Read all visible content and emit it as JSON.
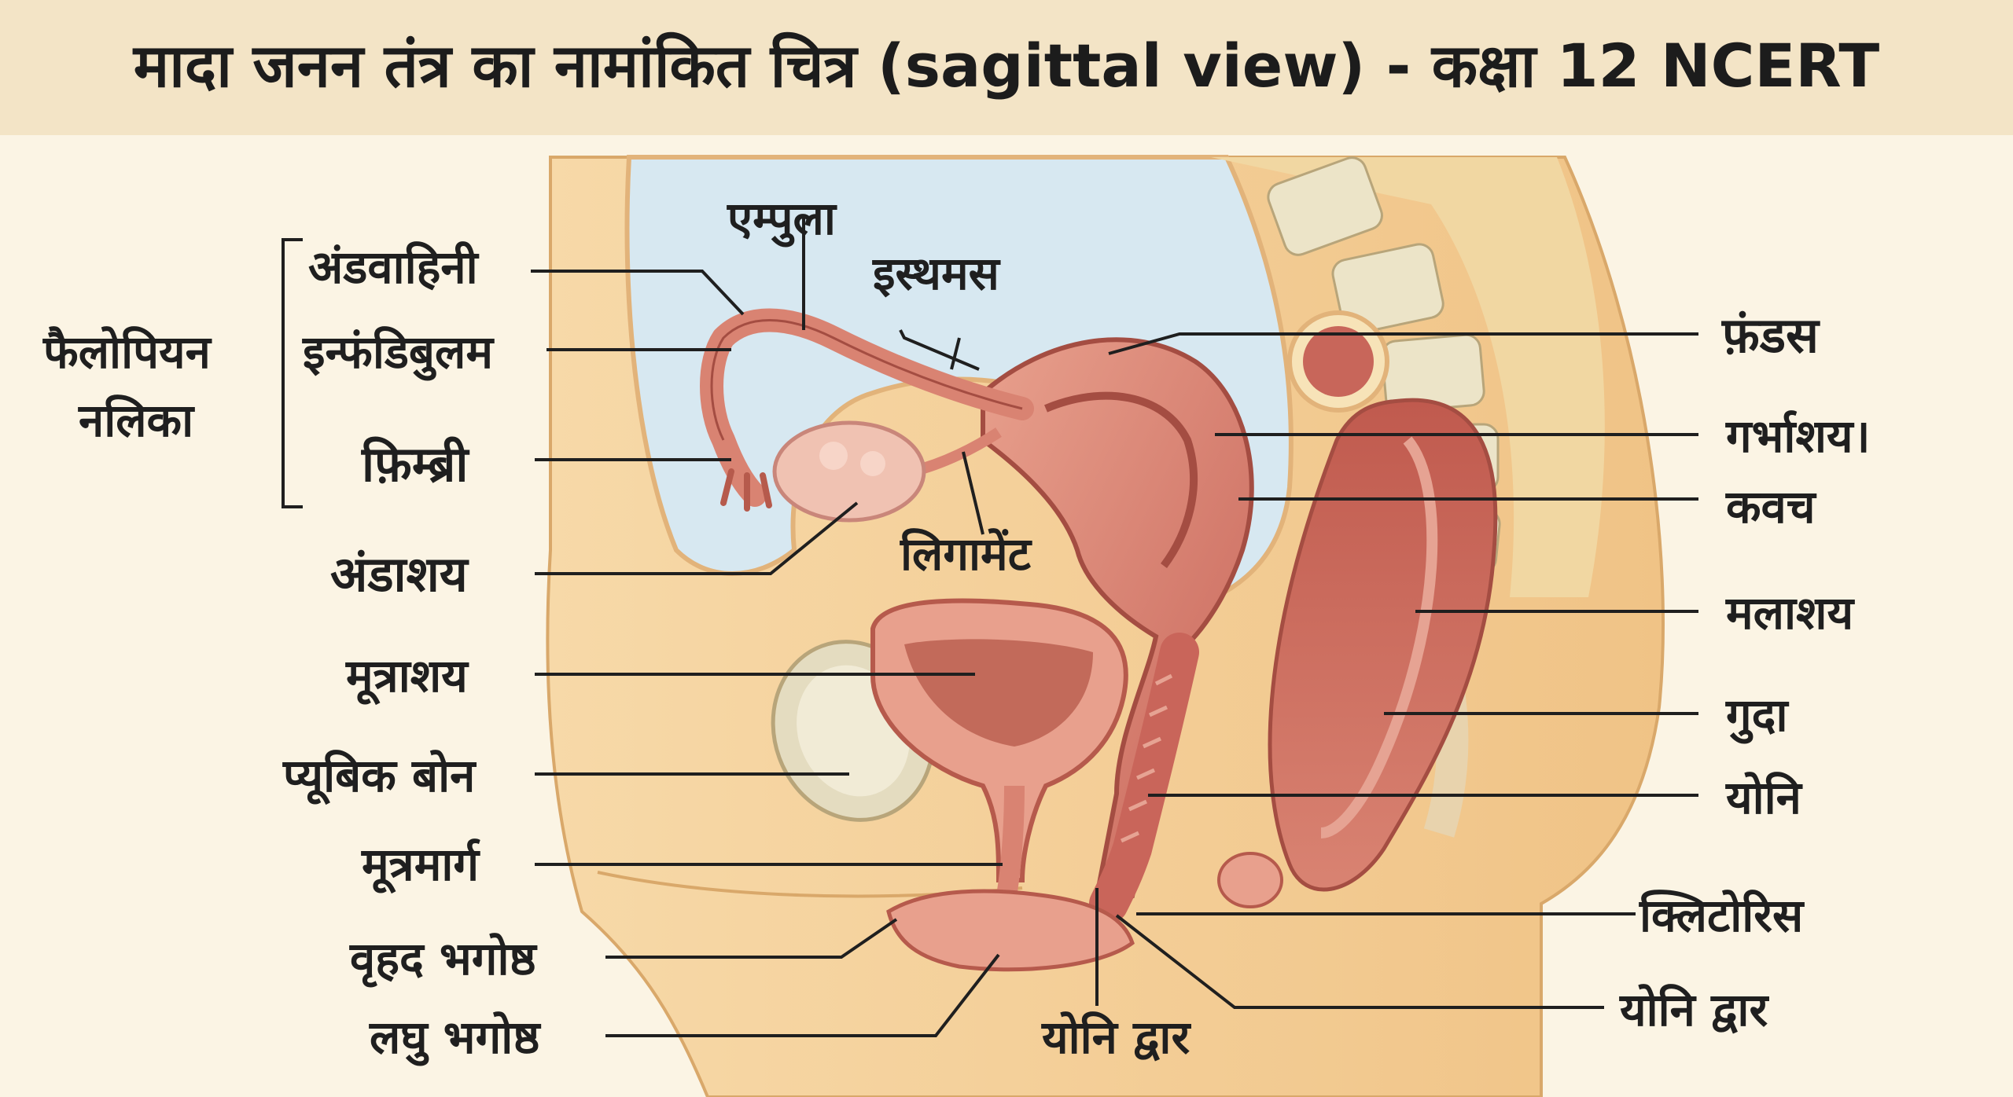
{
  "title": "मादा जनन तंत्र का नामांकित चित्र (sagittal view) - कक्षा 12 NCERT",
  "labels": {
    "andvahini": "अंडवाहिनी",
    "infundibulum": "इन्फंडिबुलम",
    "fimbri": "फ़िम्ब्री",
    "fallopian_line1": "फैलोपियन",
    "fallopian_line2": "नलिका",
    "ampula": "एम्पुला",
    "isthmus": "इस्थमस",
    "ligament": "लिगामेंट",
    "andashay": "अंडाशय",
    "mutrashay": "मूत्राशय",
    "pubic_bone": "प्यूबिक बोन",
    "mutramarg": "मूत्रमार्ग",
    "vrihad_bhagoshth": "वृहद भगोष्ठ",
    "laghu_bhagoshth": "लघु भगोष्ठ",
    "yoni_dwar_bottom": "योनि द्वार",
    "fundus": "फ़ंडस",
    "garbhashay": "गर्भाशय।",
    "kavach": "कवच",
    "malashay": "मलाशय",
    "guda": "गुदा",
    "yoni": "योनि",
    "clitoris": "क्लिटोरिस",
    "yoni_dwar_right": "योनि द्वार"
  },
  "colors": {
    "title_bg": "#f3e4c6",
    "background": "#fbf4e4",
    "skin": "#f4cf98",
    "cavity": "#d7e8f1",
    "tissue": "#d98372",
    "tissue_dark": "#b65a4c",
    "bone": "#ece4c8"
  }
}
